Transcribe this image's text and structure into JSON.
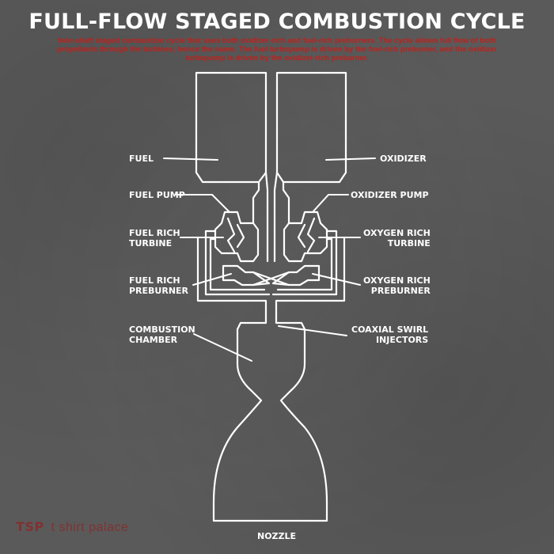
{
  "title": "FULL-FLOW STAGED COMBUSTION CYCLE",
  "description": "twin-shaft staged combustion cycle that uses both oxidizer-rich and fuel-rich preburners. The cycle allows full flow of both propellants through the turbines; hence the name. The fuel turbopump is driven by the fuel-rich preburner, and the oxidizer turbopump is driven by the oxidizer-rich preburner.",
  "labels": {
    "fuel": "FUEL",
    "fuel_pump": "FUEL PUMP",
    "fuel_rich_turbine_1": "FUEL RICH",
    "fuel_rich_turbine_2": "TURBINE",
    "fuel_rich_preburner_1": "FUEL RICH",
    "fuel_rich_preburner_2": "PREBURNER",
    "combustion_chamber_1": "COMBUSTION",
    "combustion_chamber_2": "CHAMBER",
    "oxidizer": "OXIDIZER",
    "oxidizer_pump": "OXIDIZER PUMP",
    "oxygen_rich_turbine_1": "OXYGEN RICH",
    "oxygen_rich_turbine_2": "TURBINE",
    "oxygen_rich_preburner_1": "OXYGEN RICH",
    "oxygen_rich_preburner_2": "PREBURNER",
    "coaxial_swirl_1": "COAXIAL SWIRL",
    "coaxial_swirl_2": "INJECTORS",
    "nozzle": "NOZZLE"
  },
  "logo": {
    "mark": "TSP",
    "text": "t shirt palace"
  },
  "colors": {
    "line": "#ffffff",
    "description": "#c0201b",
    "background": "#5a5a5a"
  }
}
